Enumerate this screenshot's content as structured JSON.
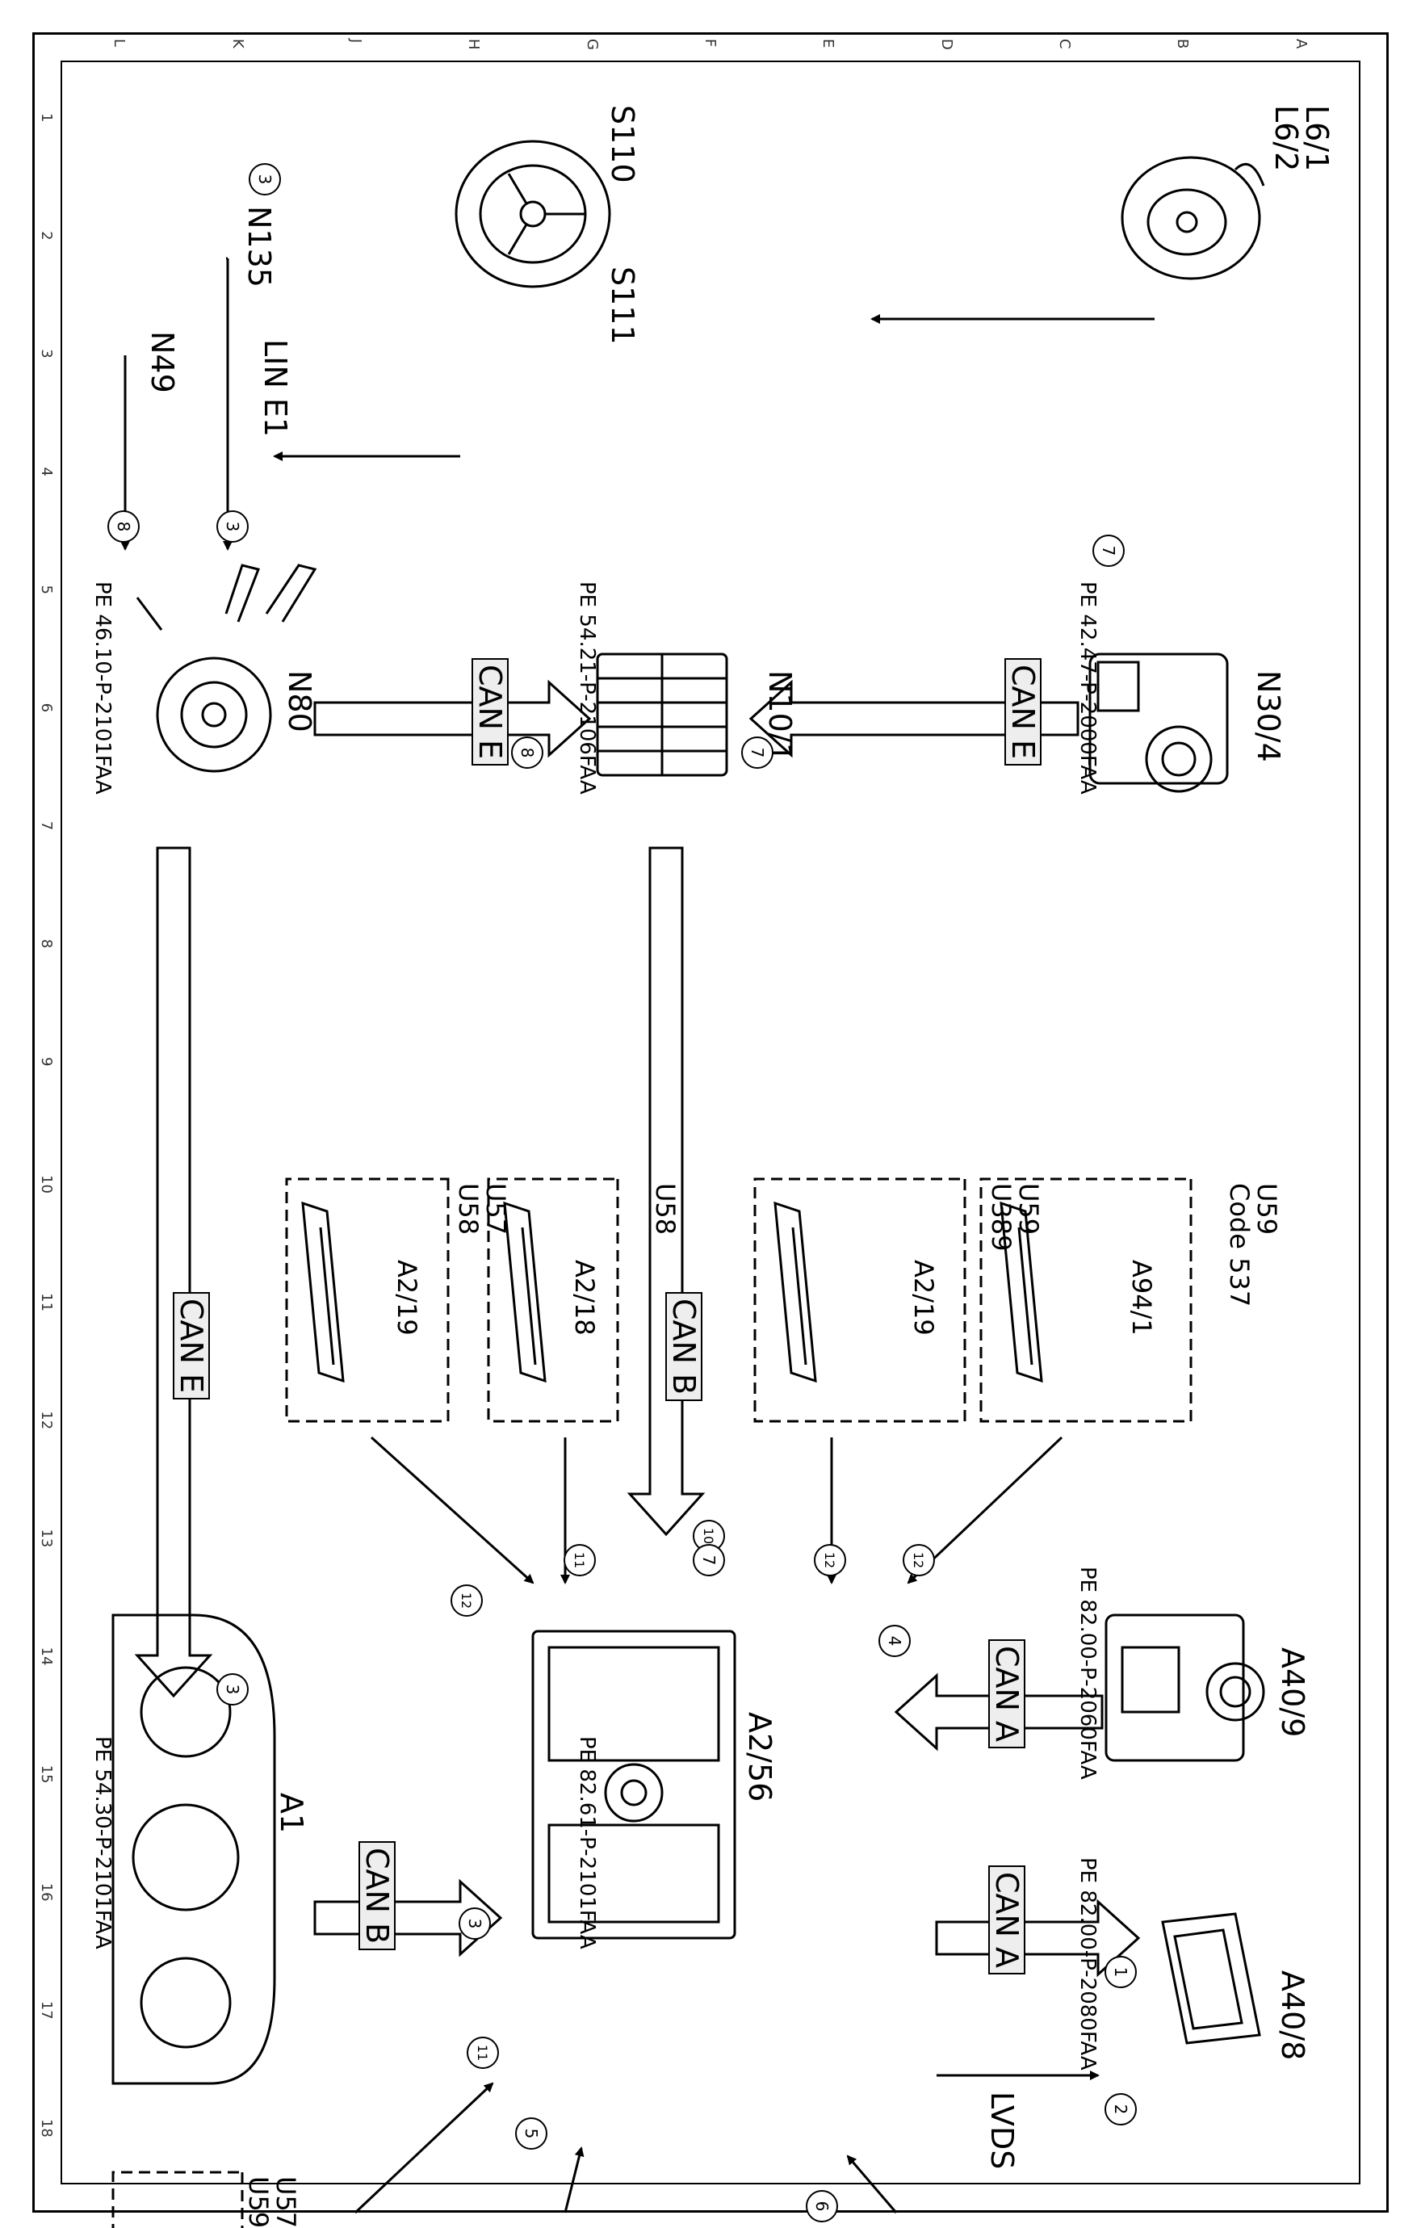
{
  "components": {
    "l6": "L6/1\nL6/2",
    "s110": "S110",
    "s111": "S111",
    "n135": "N135",
    "n49": "N49",
    "lin_e1": "LIN E1",
    "n30_4": "N30/4",
    "n10_1": "N10/1",
    "n80": "N80",
    "a40_9": "A40/9",
    "a40_8": "A40/8",
    "a2_56": "A2/56",
    "a1": "A1"
  },
  "refs": {
    "n30_4": "PE 42.47-P-2000FAA",
    "n10_1": "PE 54.21-P-2106FAA",
    "n80": "PE 46.10-P-2101FAA",
    "a40_9": "PE 82.00-P-2060FAA",
    "a40_8": "PE 82.00-P-2080FAA",
    "a2_56": "PE 82.61-P-2101FAA",
    "a1": "PE 54.30-P-2101FAA"
  },
  "buses": {
    "can_e_n30_to_n10": "CAN E",
    "can_e_n80_to_n10": "CAN E",
    "can_b_n10_to_a2_56": "CAN B",
    "can_e_n80_to_a1": "CAN E",
    "can_a_a40_9": "CAN A",
    "can_b_a1": "CAN B",
    "can_a_a40_8": "CAN A",
    "lvds": "LVDS"
  },
  "dashed_boxes": [
    {
      "text": "U59\nCode 537",
      "part": "A94/1"
    },
    {
      "text": "U59\nU389",
      "part": "A2/19"
    },
    {
      "text": "U58",
      "part": "A2/18"
    },
    {
      "text": "U57\nU58",
      "part": "A2/19"
    }
  ],
  "bottom_box_text": "U57\nU59",
  "circles": {
    "c7_n30": "7",
    "c7_n10": "7",
    "c8_n80": "8",
    "c3_lin": "3",
    "c8_n49": "8",
    "c3_n135": "3",
    "c10": "10",
    "c7_b": "7",
    "c12_a": "12",
    "c12_b": "12",
    "c11_a": "11",
    "c12_c": "12",
    "c4": "4",
    "c3_a1": "3",
    "c3_canb": "3",
    "c1": "1",
    "c2": "2",
    "c11_b": "11",
    "c5": "5",
    "c6": "6"
  },
  "grid_columns": [
    "A",
    "B",
    "C",
    "D",
    "E",
    "F",
    "G",
    "H",
    "J",
    "K",
    "L"
  ],
  "grid_rows": [
    "1",
    "2",
    "3",
    "4",
    "5",
    "6",
    "7",
    "8",
    "9",
    "10",
    "11",
    "12",
    "13",
    "14",
    "15",
    "16",
    "17",
    "18"
  ]
}
